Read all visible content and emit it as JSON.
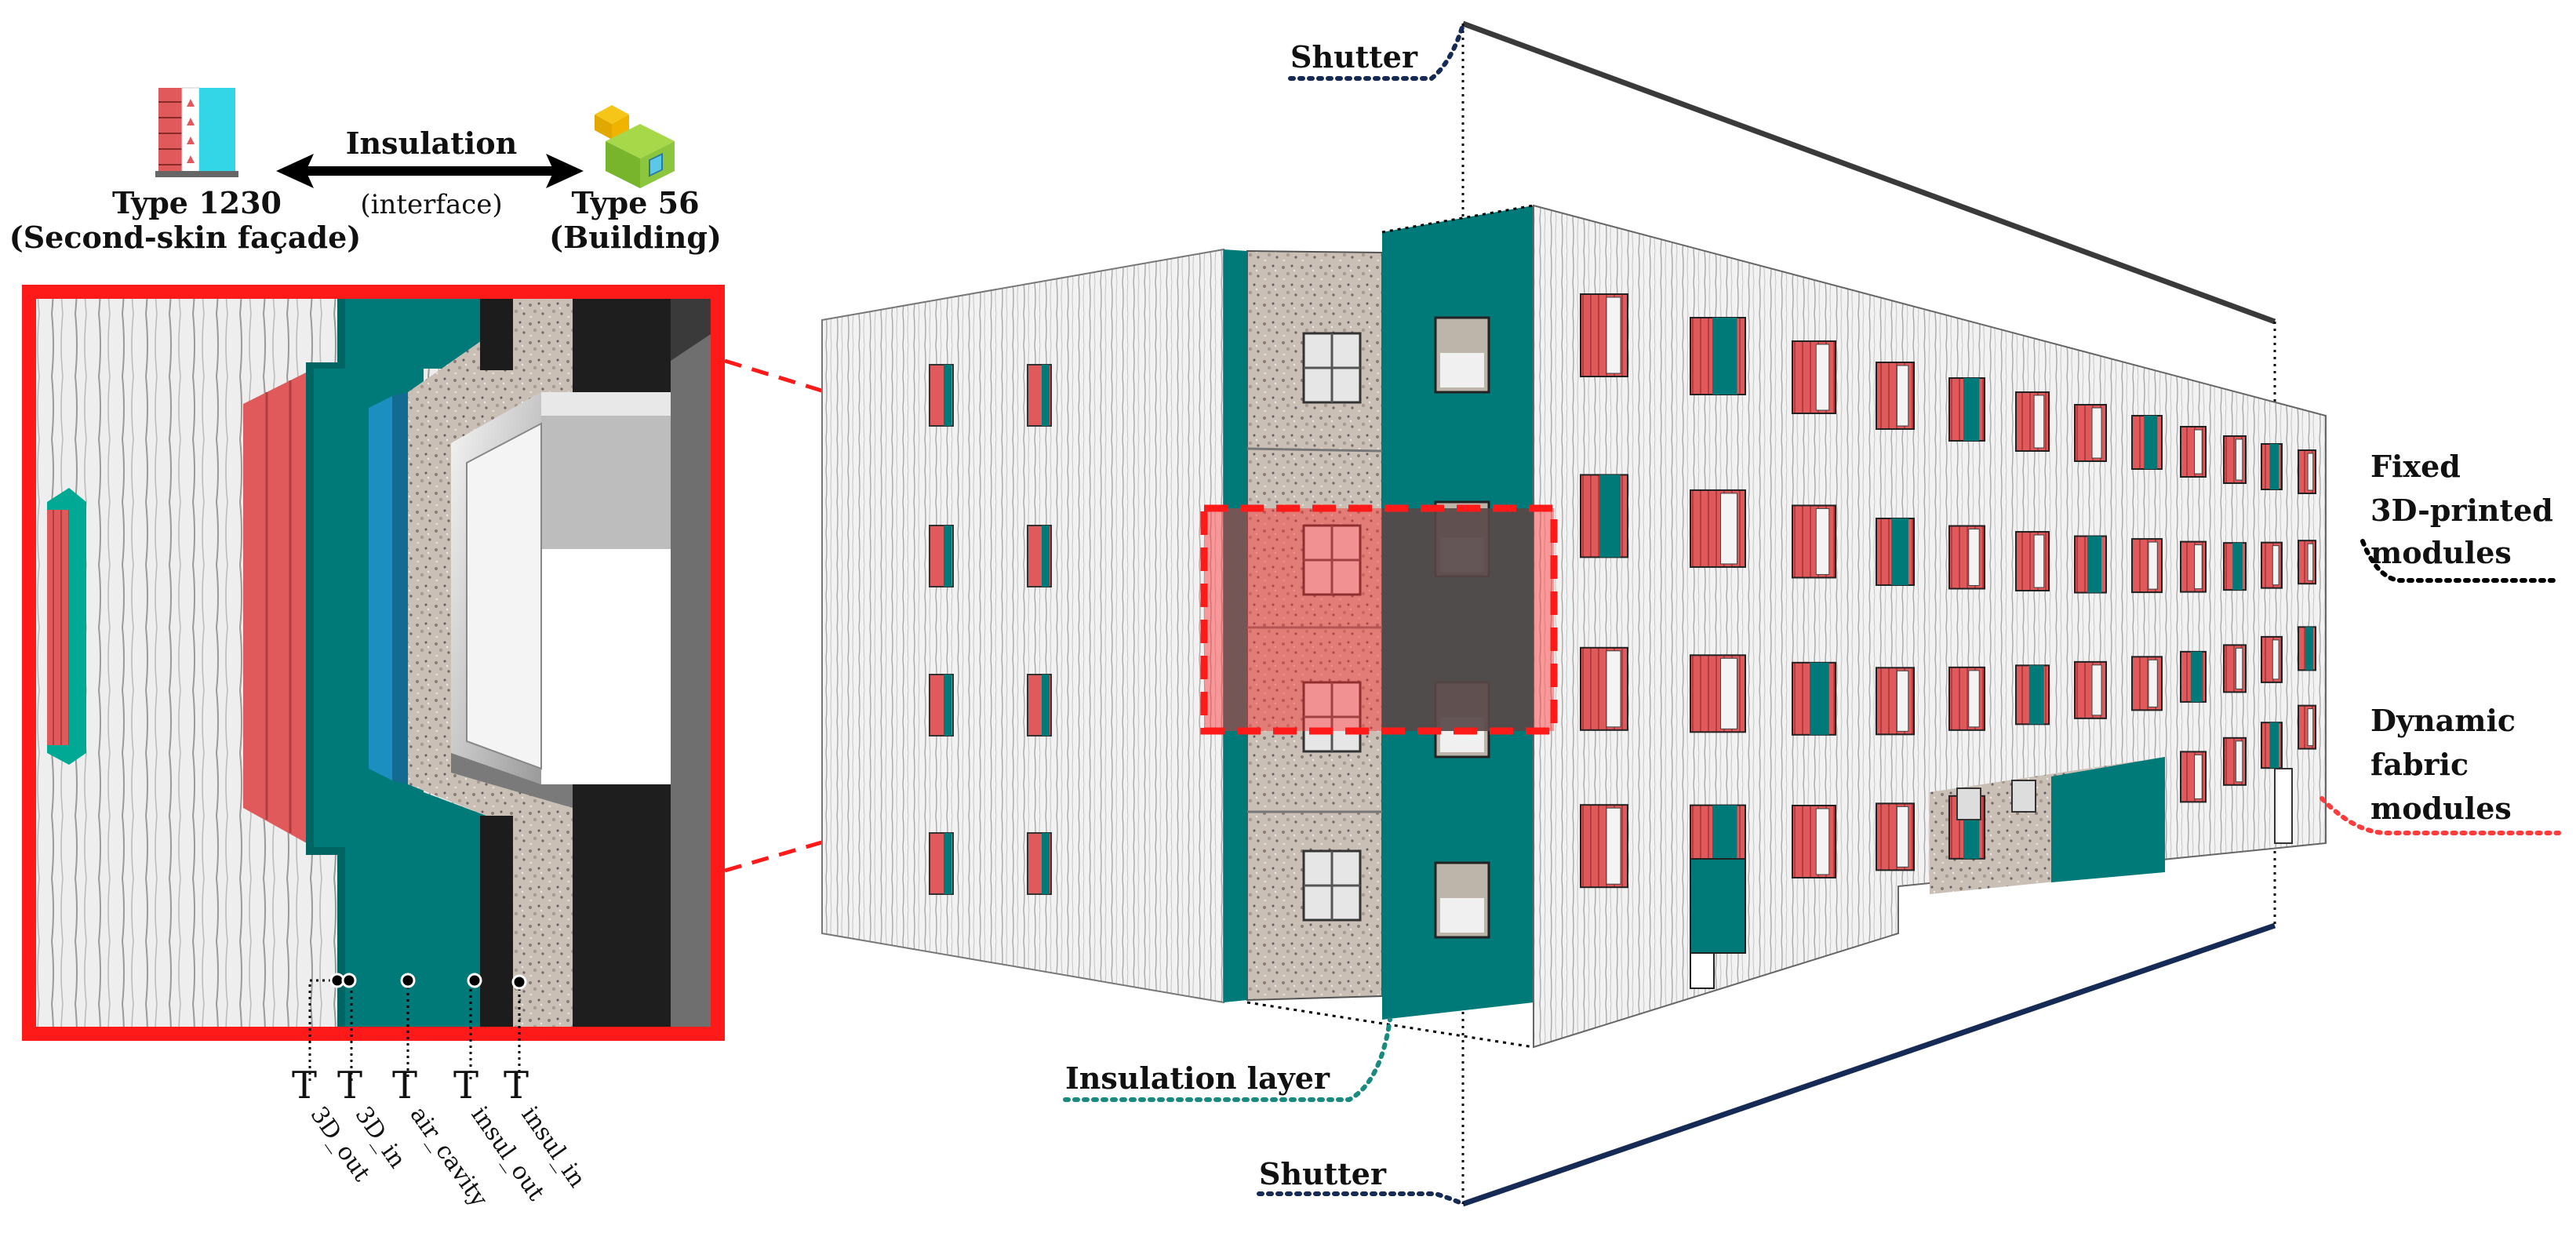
{
  "header": {
    "type_facade": "Type 1230",
    "type_facade_desc": "(Second-skin façade)",
    "type_building": "Type 56",
    "type_building_desc": "(Building)",
    "link_label": "Insulation",
    "link_label_2": "(interface)"
  },
  "callouts": {
    "shutter_top": "Shutter",
    "shutter_bottom": "Shutter",
    "insulation_layer": "Insulation layer",
    "fixed_1": "Fixed",
    "fixed_2": "3D-printed",
    "fixed_3": "modules",
    "dynamic_1": "Dynamic",
    "dynamic_2": "fabric",
    "dynamic_3": "modules"
  },
  "temperatures": [
    {
      "symbol": "T",
      "sub": "3D_out"
    },
    {
      "symbol": "T",
      "sub": "3D_in"
    },
    {
      "symbol": "T",
      "sub": "air_cavity"
    },
    {
      "symbol": "T",
      "sub": "insul_out"
    },
    {
      "symbol": "T",
      "sub": "insul_in"
    }
  ],
  "colors": {
    "frame_red": "#ff1a1a",
    "teal": "#007a78",
    "fabric_red": "#e0595b",
    "insulation_blue": "#1a8fc0",
    "dark": "#2a2a2a",
    "navy": "#152a55",
    "dot_teal": "#1a8a80",
    "dot_red": "#ff3b3b"
  }
}
